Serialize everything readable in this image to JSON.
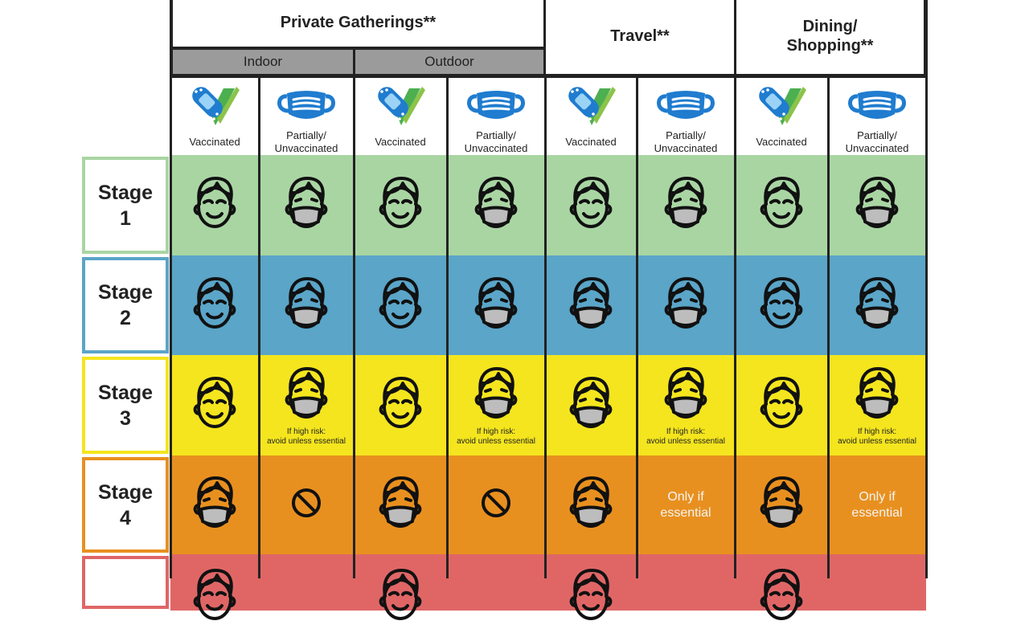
{
  "colors": {
    "stage1": "#a9d5a3",
    "stage2": "#5aa5c8",
    "stage3": "#f4e51e",
    "stage4": "#e8901f",
    "stage5": "#e06666",
    "grid": "#222222",
    "mask_blue": "#1f7ccf",
    "mask_gray": "#bdbdbd"
  },
  "header": {
    "private_gatherings": "Private Gatherings**",
    "indoor": "Indoor",
    "outdoor": "Outdoor",
    "travel": "Travel**",
    "dining_line1": "Dining/",
    "dining_line2": "Shopping**"
  },
  "columns": [
    {
      "type": "vaccinated",
      "icon": "vaccine-bandage-check-icon",
      "label1": "Vaccinated",
      "label2": ""
    },
    {
      "type": "unvaccinated",
      "icon": "face-mask-icon",
      "label1": "Partially/",
      "label2": "Unvaccinated"
    },
    {
      "type": "vaccinated",
      "icon": "vaccine-bandage-check-icon",
      "label1": "Vaccinated",
      "label2": ""
    },
    {
      "type": "unvaccinated",
      "icon": "face-mask-icon",
      "label1": "Partially/",
      "label2": "Unvaccinated"
    },
    {
      "type": "vaccinated",
      "icon": "vaccine-bandage-check-icon",
      "label1": "Vaccinated",
      "label2": ""
    },
    {
      "type": "unvaccinated",
      "icon": "face-mask-icon",
      "label1": "Partially/",
      "label2": "Unvaccinated"
    },
    {
      "type": "vaccinated",
      "icon": "vaccine-bandage-check-icon",
      "label1": "Vaccinated",
      "label2": ""
    },
    {
      "type": "unvaccinated",
      "icon": "face-mask-icon",
      "label1": "Partially/",
      "label2": "Unvaccinated"
    }
  ],
  "stages": [
    {
      "word": "Stage",
      "num": "1",
      "color": "#a9d5a3",
      "border": "#a9d5a3",
      "cells": [
        {
          "kind": "face"
        },
        {
          "kind": "masked"
        },
        {
          "kind": "face"
        },
        {
          "kind": "masked"
        },
        {
          "kind": "face"
        },
        {
          "kind": "masked"
        },
        {
          "kind": "face"
        },
        {
          "kind": "masked"
        }
      ]
    },
    {
      "word": "Stage",
      "num": "2",
      "color": "#5aa5c8",
      "border": "#5aa5c8",
      "cells": [
        {
          "kind": "face"
        },
        {
          "kind": "masked"
        },
        {
          "kind": "face"
        },
        {
          "kind": "masked"
        },
        {
          "kind": "masked"
        },
        {
          "kind": "masked"
        },
        {
          "kind": "face"
        },
        {
          "kind": "masked"
        }
      ]
    },
    {
      "word": "Stage",
      "num": "3",
      "color": "#f4e51e",
      "border": "#f4e51e",
      "cells": [
        {
          "kind": "face"
        },
        {
          "kind": "masked",
          "note1": "If high risk:",
          "note2": "avoid unless essential"
        },
        {
          "kind": "face"
        },
        {
          "kind": "masked",
          "note1": "If high risk:",
          "note2": "avoid unless essential"
        },
        {
          "kind": "masked"
        },
        {
          "kind": "masked",
          "note1": "If high risk:",
          "note2": "avoid unless essential"
        },
        {
          "kind": "face"
        },
        {
          "kind": "masked",
          "note1": "If high risk:",
          "note2": "avoid unless essential"
        }
      ]
    },
    {
      "word": "Stage",
      "num": "4",
      "color": "#e8901f",
      "border": "#e8901f",
      "cells": [
        {
          "kind": "masked"
        },
        {
          "kind": "prohibited"
        },
        {
          "kind": "masked"
        },
        {
          "kind": "prohibited"
        },
        {
          "kind": "masked"
        },
        {
          "kind": "text",
          "line1": "Only if",
          "line2": "essential"
        },
        {
          "kind": "masked"
        },
        {
          "kind": "text",
          "line1": "Only if",
          "line2": "essential"
        }
      ]
    },
    {
      "word": "",
      "num": "",
      "color": "#e06666",
      "border": "#e06666",
      "cells": [
        {
          "kind": "face"
        },
        {
          "kind": "none"
        },
        {
          "kind": "face"
        },
        {
          "kind": "none"
        },
        {
          "kind": "face"
        },
        {
          "kind": "none"
        },
        {
          "kind": "face"
        },
        {
          "kind": "none"
        }
      ]
    }
  ]
}
